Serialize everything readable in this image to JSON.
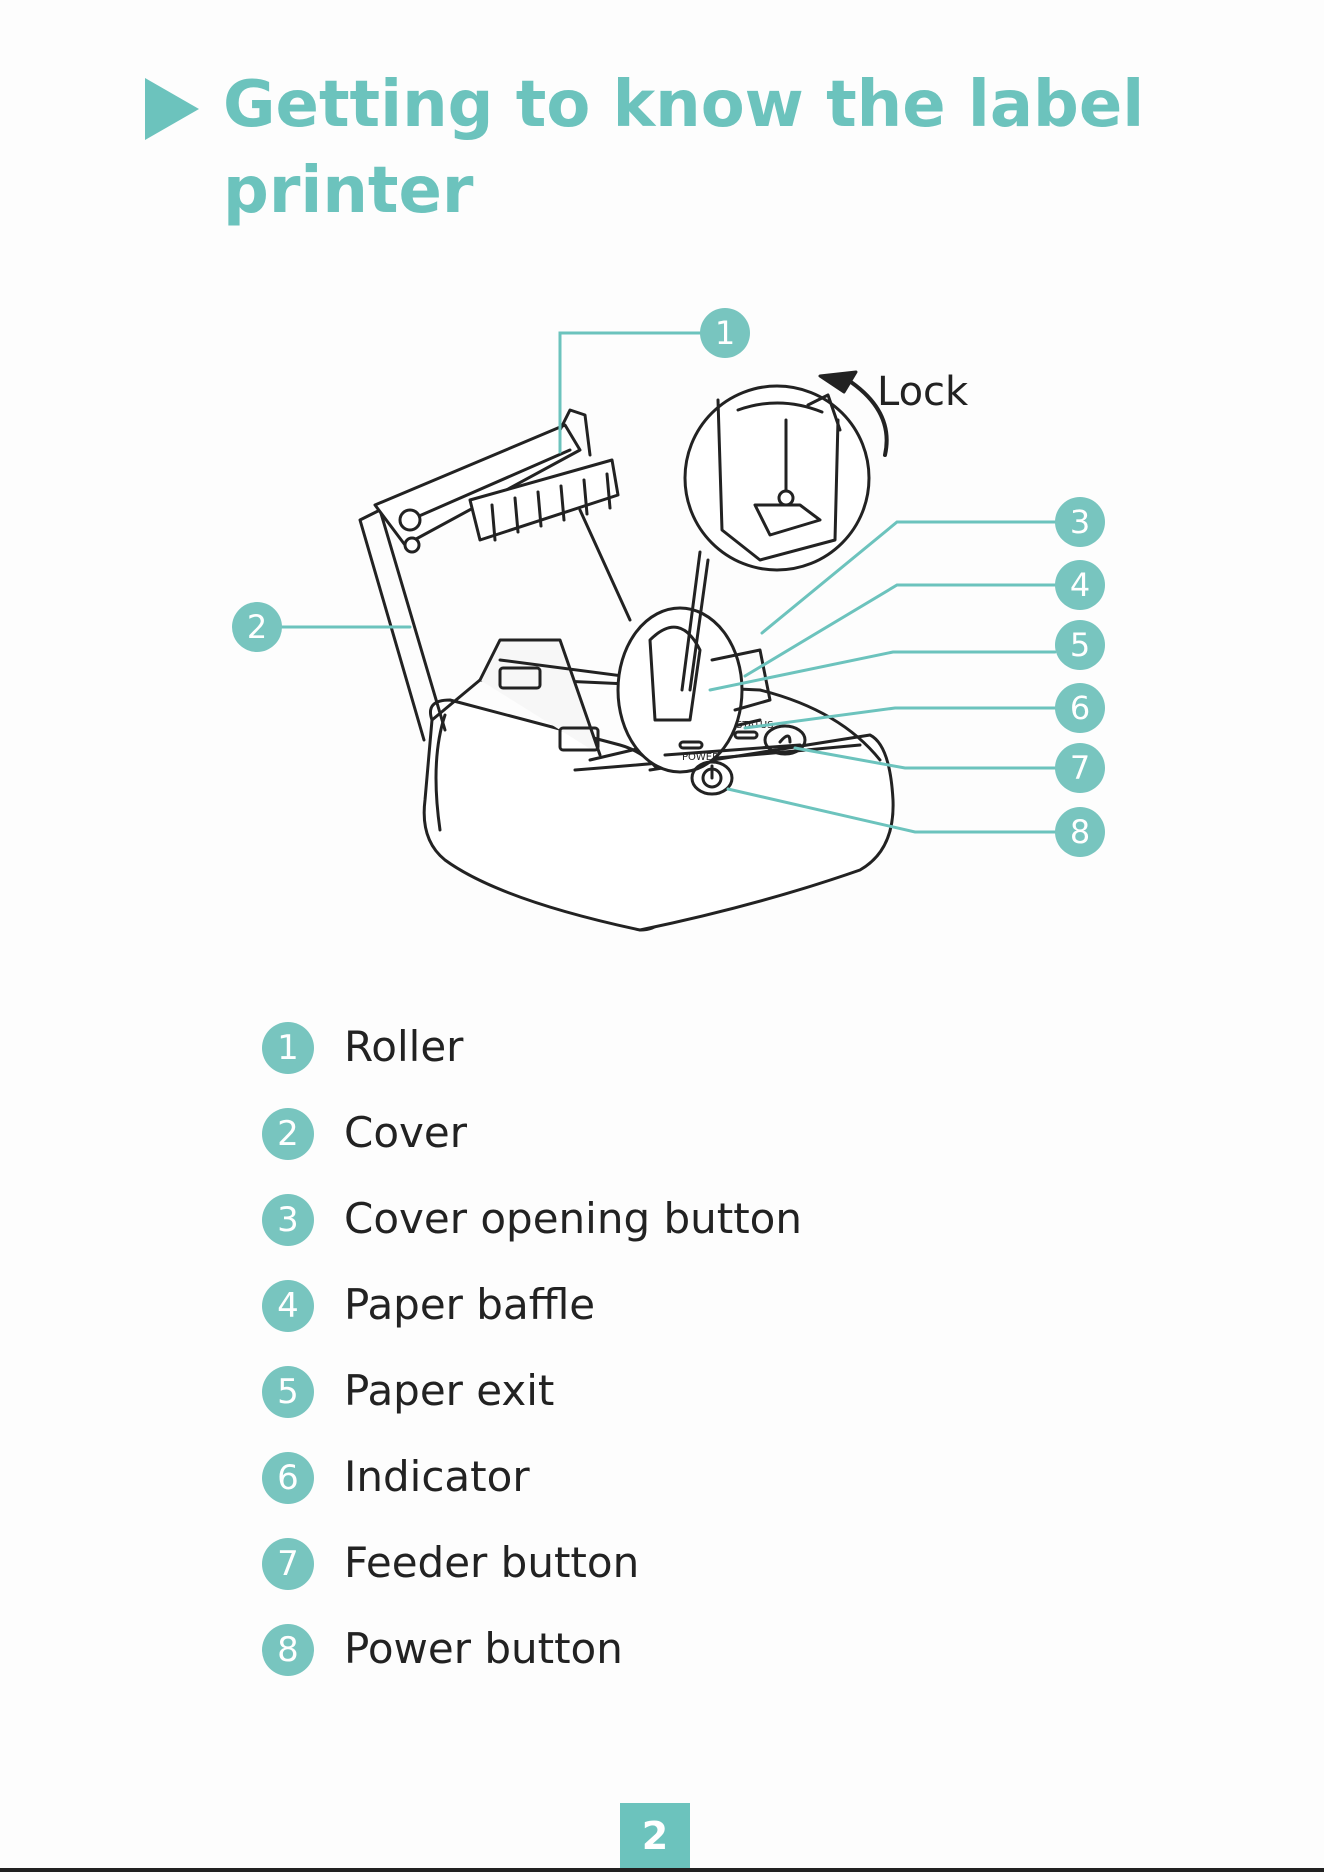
{
  "header": {
    "title": "Getting to know the label printer"
  },
  "diagram": {
    "lock_label": "Lock",
    "callouts": [
      "1",
      "2",
      "3",
      "4",
      "5",
      "6",
      "7",
      "8"
    ]
  },
  "legend": {
    "items": [
      {
        "num": "1",
        "label": "Roller"
      },
      {
        "num": "2",
        "label": "Cover"
      },
      {
        "num": "3",
        "label": "Cover opening button"
      },
      {
        "num": "4",
        "label": "Paper baffle"
      },
      {
        "num": "5",
        "label": "Paper exit"
      },
      {
        "num": "6",
        "label": "Indicator"
      },
      {
        "num": "7",
        "label": "Feeder button"
      },
      {
        "num": "8",
        "label": "Power button"
      }
    ]
  },
  "footer": {
    "page_number": "2"
  },
  "colors": {
    "accent": "#6cc3bd",
    "badge": "#78c5bf",
    "text": "#222222"
  }
}
